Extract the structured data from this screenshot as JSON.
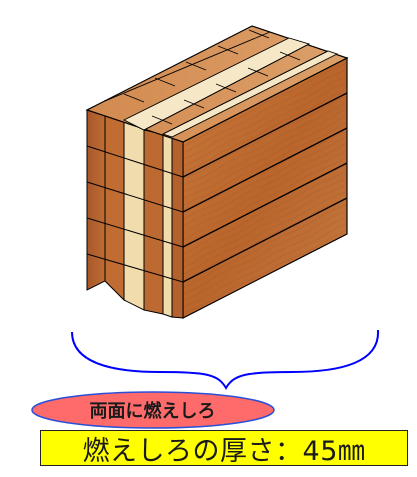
{
  "labels": {
    "badge_text": "両面に燃えしろ",
    "result_text": "燃えしろの厚さ：45㎜"
  },
  "colors": {
    "wood_dark": "#b8652f",
    "wood_mid": "#cc7a3f",
    "wood_top": "#d9935a",
    "light_layer": "#f1dcae",
    "light_layer_top": "#f6e8c6",
    "brace": "#0000ff",
    "badge_fill": "#ff6a6a",
    "badge_stroke": "#2a4fd8",
    "result_fill": "#ffff00"
  },
  "icons": [
    "clt-panel-illustration",
    "curly-brace"
  ]
}
